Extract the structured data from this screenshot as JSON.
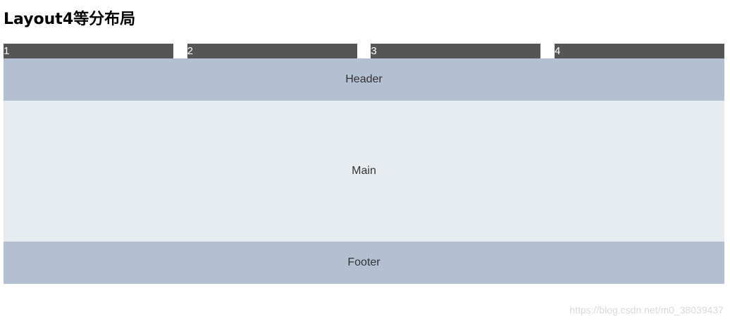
{
  "page": {
    "title": "Layout4等分布局"
  },
  "grid": {
    "cells": [
      "1",
      "2",
      "3",
      "4"
    ]
  },
  "layout": {
    "header": "Header",
    "main": "Main",
    "footer": "Footer"
  },
  "watermark": "https://blog.csdn.net/m0_38039437",
  "colors": {
    "cell_bg": "#555555",
    "header_footer_bg": "#b2c0d1",
    "main_bg": "#e7ecf0"
  }
}
